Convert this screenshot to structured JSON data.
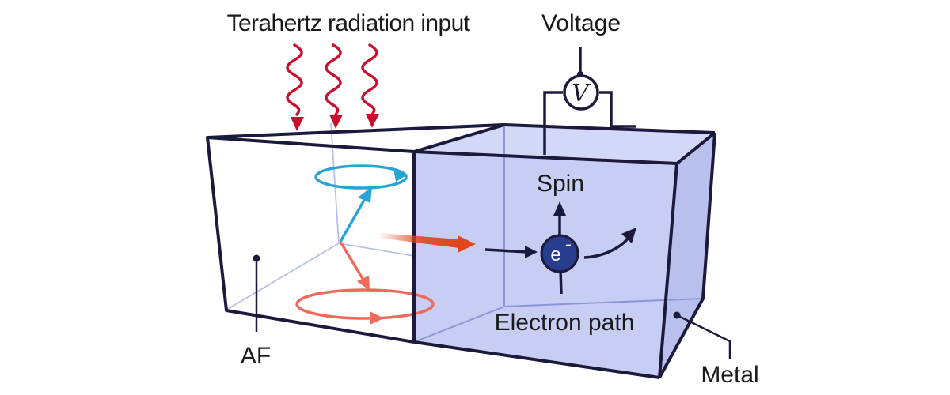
{
  "labels": {
    "terahertz": "Terahertz radiation input",
    "voltage": "Voltage",
    "voltmeter_symbol": "V",
    "spin": "Spin",
    "electron": "e",
    "electron_sup": "-",
    "electron_path": "Electron path",
    "af": "AF",
    "metal": "Metal"
  },
  "colors": {
    "outline": "#1c1a3c",
    "metal_fill": "#c7cdf3",
    "thz_waves": "#c8102e",
    "spin_upper": "#2aa3d4",
    "spin_lower": "#ef6a5a",
    "current_arrow": "#e0451b",
    "electron": "#283d8e"
  }
}
